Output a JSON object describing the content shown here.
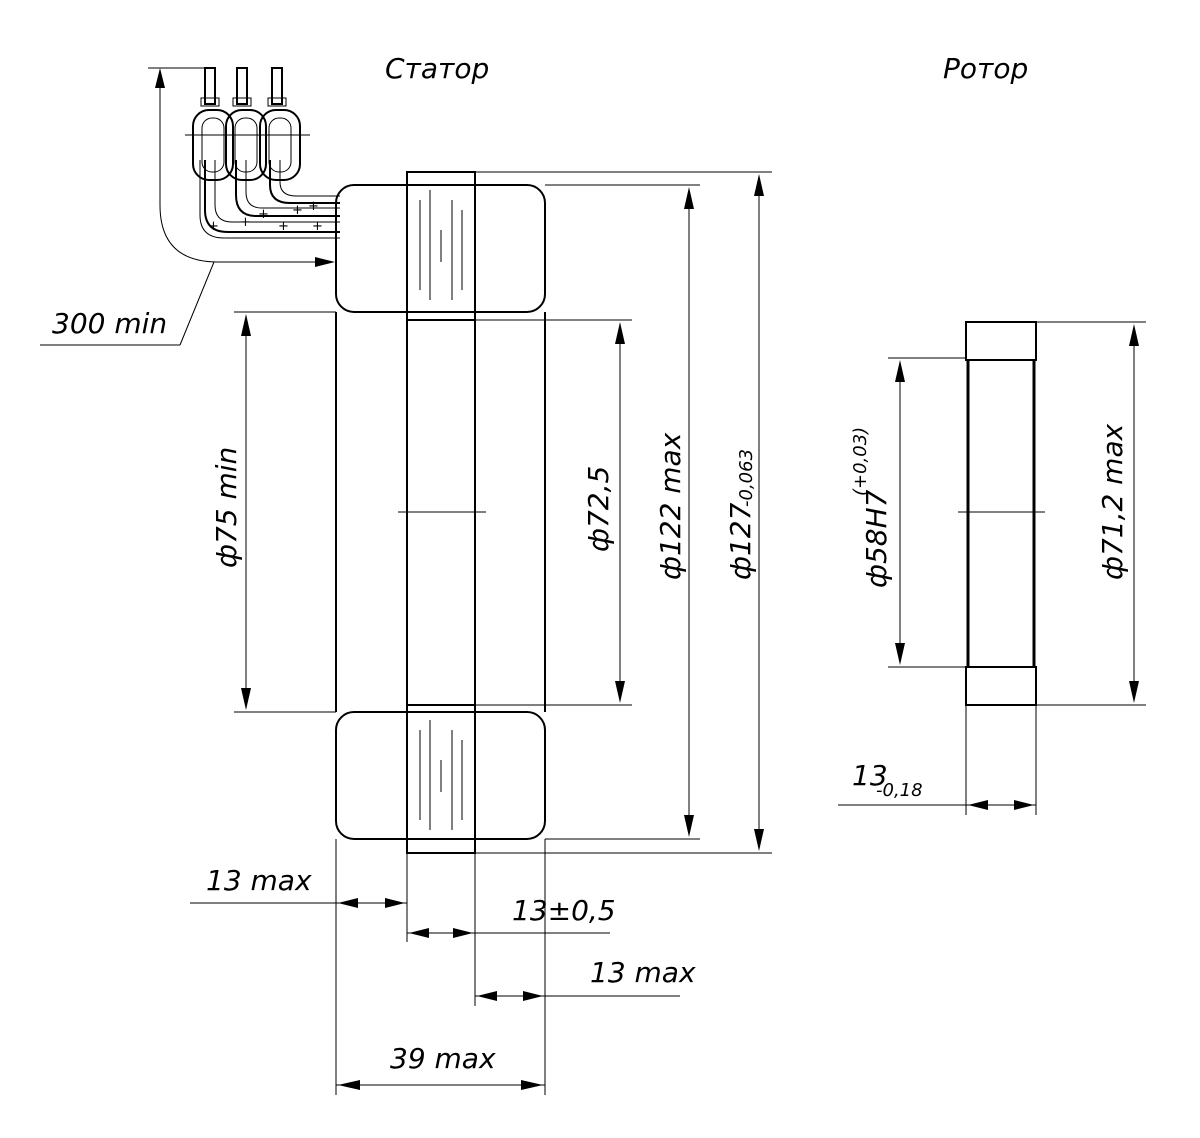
{
  "titles": {
    "stator": "Статор",
    "rotor": "Ротор"
  },
  "stator_dims": {
    "lead_length": "300 min",
    "d_inner_min": "ф75 min",
    "d_bore": "ф72,5",
    "d_122": "ф122 max",
    "d_127": "ф127",
    "d_127_tol": "-0,063",
    "w_coil_left": "13 max",
    "w_core": "13±0,5",
    "w_coil_right": "13 max",
    "w_total": "39 max"
  },
  "rotor_dims": {
    "d_bore": "ф58H7",
    "d_bore_tol": "(+0,03)",
    "d_outer": "ф71,2 max",
    "width": "13",
    "width_tol": "-0,18"
  },
  "lead_marks": [
    "+",
    "+",
    "+",
    "+",
    "+",
    "+",
    "+"
  ]
}
